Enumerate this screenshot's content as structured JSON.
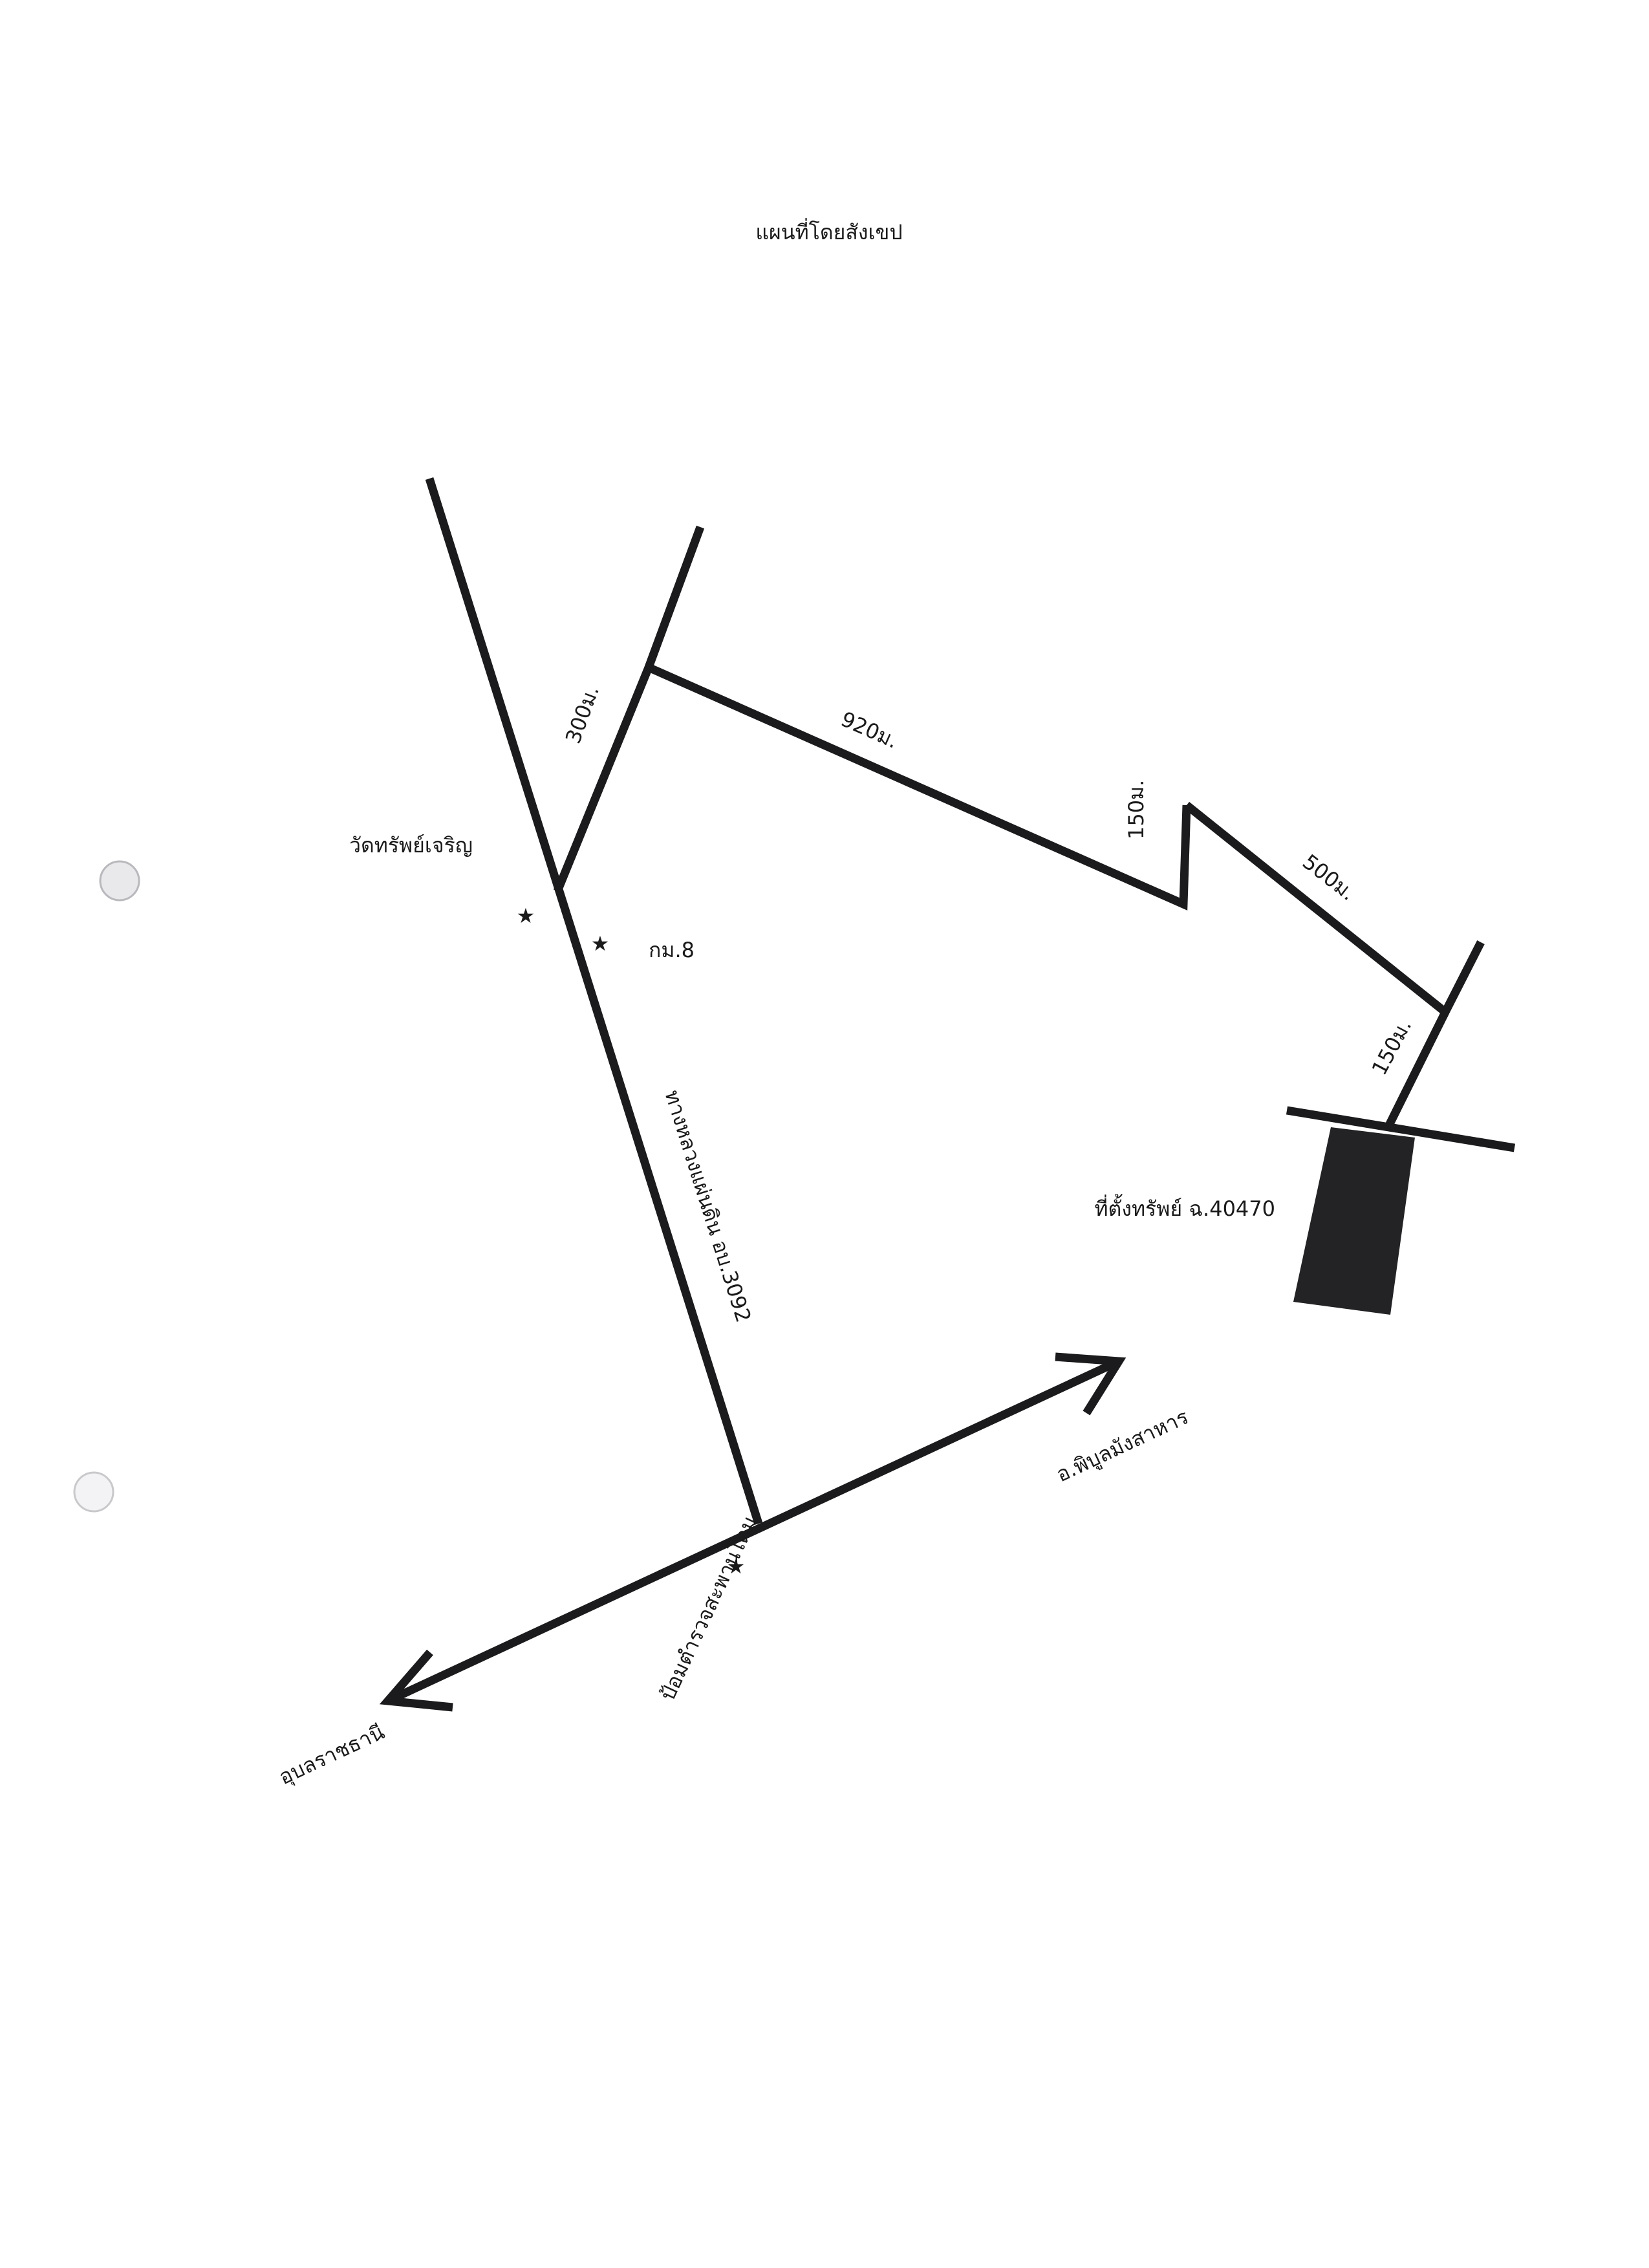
{
  "map": {
    "title": "แผนที่โดยสังเขป",
    "landmarks": {
      "temple": "วัดทรัพย์เจริญ",
      "km_marker": "กม.8",
      "police_box": "ป้อมตำรวจสะพานโดม"
    },
    "roads": {
      "highway": "ทางหลวงแผ่นดิน อบ.3092",
      "to_ubon": "อุบลราชธานี",
      "to_phibun": "อ.พิบูลมังสาหาร"
    },
    "distances": {
      "d1": "300ม.",
      "d2": "920ม.",
      "d3": "150ม.",
      "d4": "500ม.",
      "d5": "150ม."
    },
    "property": "ที่ตั้งทรัพย์ ฉ.40470",
    "icons": [
      "star-icon",
      "arrow-left-icon",
      "arrow-right-icon"
    ]
  }
}
